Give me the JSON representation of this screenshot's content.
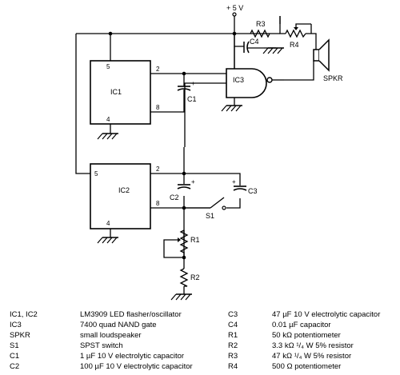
{
  "schematic": {
    "supply": "+ 5 V",
    "ic1": {
      "name": "IC1",
      "pins": [
        "5",
        "2",
        "8",
        "4"
      ]
    },
    "ic2": {
      "name": "IC2",
      "pins": [
        "5",
        "2",
        "8",
        "4"
      ]
    },
    "ic3": {
      "name": "IC3"
    },
    "r1": "R1",
    "r2": "R2",
    "r3": "R3",
    "r4": "R4",
    "c1": "C1",
    "c2": "C2",
    "c3": "C3",
    "c4": "C4",
    "s1": "S1",
    "spkr": "SPKR",
    "plus": "+"
  },
  "legend": {
    "left": [
      {
        "ref": "IC1, IC2",
        "desc": "LM3909 LED flasher/oscillator"
      },
      {
        "ref": "IC3",
        "desc": "7400 quad NAND gate"
      },
      {
        "ref": "SPKR",
        "desc": "small loudspeaker"
      },
      {
        "ref": "S1",
        "desc": "SPST switch"
      },
      {
        "ref": "C1",
        "desc": "1 µF 10 V electrolytic capacitor"
      },
      {
        "ref": "C2",
        "desc": "100 µF 10 V electrolytic capacitor"
      }
    ],
    "right": [
      {
        "ref": "C3",
        "desc": "47 µF 10 V electrolytic capacitor"
      },
      {
        "ref": "C4",
        "desc": "0.01 µF capacitor"
      },
      {
        "ref": "R1",
        "desc": "50 kΩ potentiometer"
      },
      {
        "ref": "R2",
        "desc": "3.3 kΩ ¹/₄ W 5% resistor"
      },
      {
        "ref": "R3",
        "desc": "47 kΩ ¹/₄ W 5% resistor"
      },
      {
        "ref": "R4",
        "desc": "500 Ω potentiometer"
      }
    ]
  }
}
